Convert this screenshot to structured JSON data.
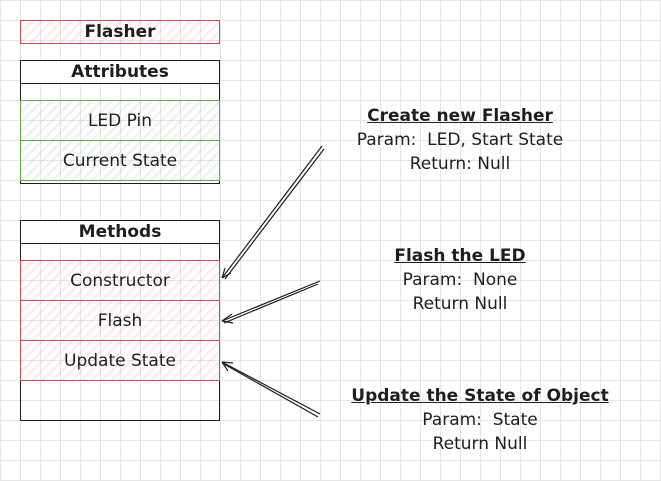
{
  "class_name": "Flasher",
  "attributes": {
    "header": "Attributes",
    "items": [
      "LED Pin",
      "Current State"
    ]
  },
  "methods": {
    "header": "Methods",
    "items": [
      "Constructor",
      "Flash",
      "Update State"
    ]
  },
  "notes": [
    {
      "title": "Create new Flasher",
      "param": "Param:  LED, Start State",
      "ret": "Return: Null"
    },
    {
      "title": "Flash the LED",
      "param": "Param:  None",
      "ret": "Return Null"
    },
    {
      "title": "Update the State of Object",
      "param": "Param:  State",
      "ret": "Return Null"
    }
  ],
  "colors": {
    "red": "#c0504d",
    "green": "#6aa84f",
    "ink": "#1e1e1e"
  }
}
